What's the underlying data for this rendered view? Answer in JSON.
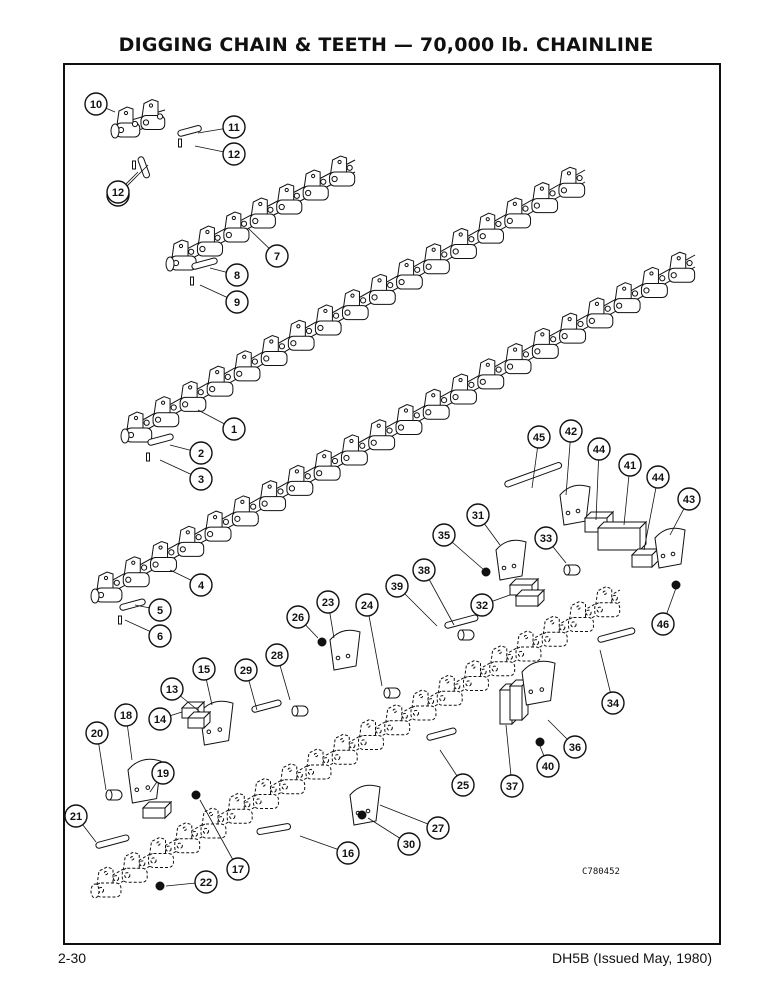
{
  "title": "DIGGING CHAIN & TEETH — 70,000 lb. CHAINLINE",
  "footer": {
    "page_number": "2-30",
    "publication": "DH5B (Issued May, 1980)"
  },
  "drawing_code": "C780452",
  "callouts": [
    "1",
    "2",
    "3",
    "4",
    "5",
    "6",
    "7",
    "8",
    "9",
    "10",
    "11",
    "11",
    "12",
    "12",
    "13",
    "14",
    "15",
    "16",
    "17",
    "18",
    "19",
    "20",
    "21",
    "22",
    "23",
    "24",
    "25",
    "26",
    "27",
    "28",
    "29",
    "30",
    "31",
    "32",
    "33",
    "34",
    "35",
    "36",
    "37",
    "38",
    "39",
    "40",
    "41",
    "42",
    "43",
    "44",
    "44",
    "45",
    "46"
  ],
  "colors": {
    "ink": "#111111",
    "paper": "#ffffff"
  }
}
